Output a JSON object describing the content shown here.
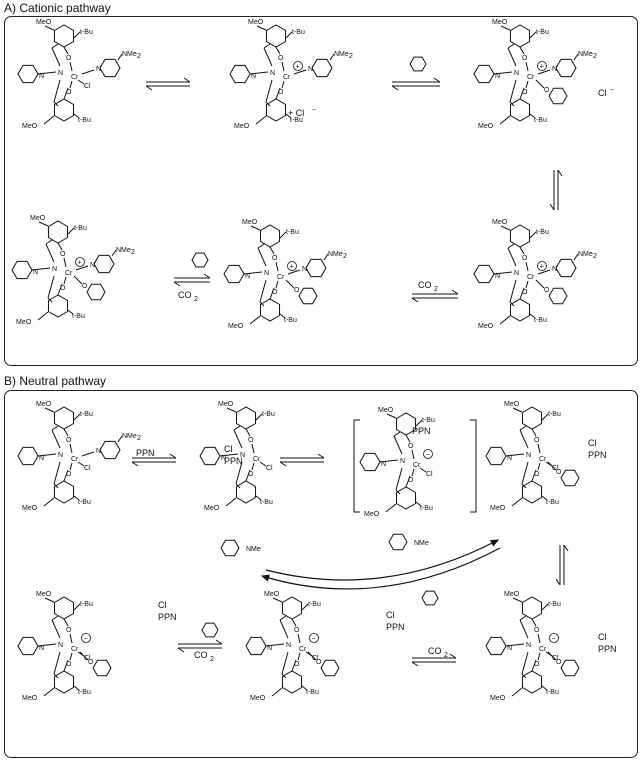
{
  "section_a": {
    "title": "A) Cationic pathway"
  },
  "section_b": {
    "title": "B) Neutral pathway"
  },
  "labels": {
    "meo": "MeO",
    "tbu": "t-Bu",
    "nme2": "NMe",
    "sub2": "2",
    "n": "N",
    "o": "O",
    "cr": "Cr",
    "cl": "Cl",
    "cl_minus": "Cl",
    "plus": "+",
    "minus": "−",
    "co2": "CO",
    "ppn": "PPN",
    "ppn_cl": "PPN",
    "plus_cl": "+ Cl",
    "minus_sup": "−"
  }
}
